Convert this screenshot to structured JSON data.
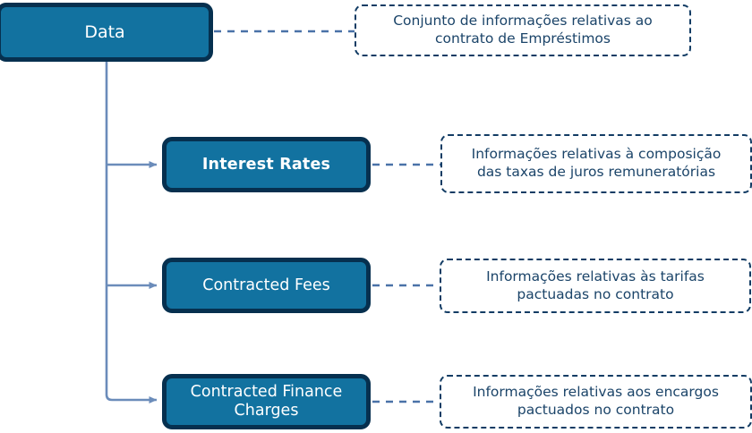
{
  "diagram": {
    "title": "Data",
    "root": {
      "label": "Data",
      "note": "Conjunto de informações relativas ao\ncontrato de Empréstimos"
    },
    "children": [
      {
        "label": "Interest Rates",
        "note": "Informações relativas à composição\ndas taxas de juros remuneratórias"
      },
      {
        "label": "Contracted Fees",
        "note": "Informações relativas às tarifas\npactuadas no contrato"
      },
      {
        "label": "Contracted Finance\nCharges",
        "note": "Informações relativas aos encargos\npactuados no contrato"
      }
    ],
    "colors": {
      "node_fill": "#1272a0",
      "node_border": "#06304f",
      "node_text": "#ffffff",
      "note_border": "#123c64",
      "note_text": "#1b4469",
      "connector": "#6b8cba",
      "note_connector": "#4a72a8",
      "background": "#ffffff"
    }
  }
}
